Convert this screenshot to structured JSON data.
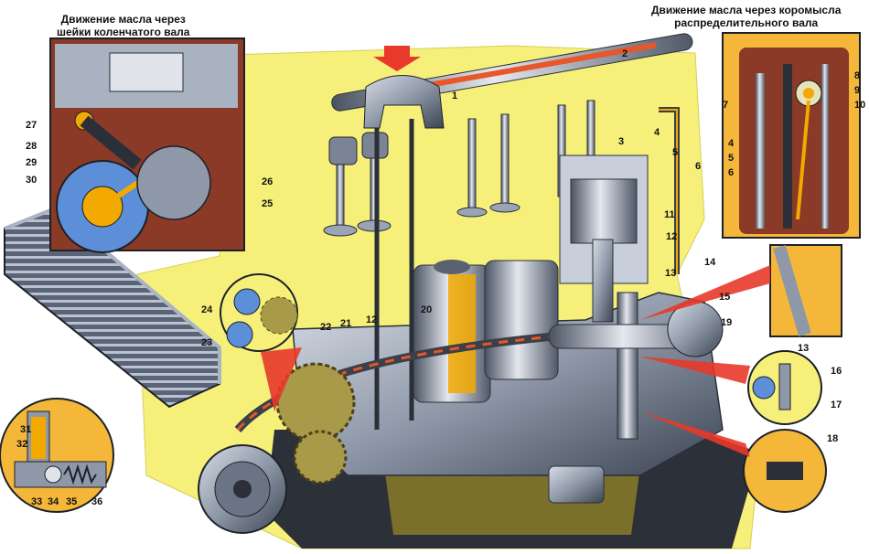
{
  "captions": {
    "crankshaft_line1": "Движение масла через",
    "crankshaft_line2": "шейки коленчатого вала",
    "rocker_line1": "Движение масла через коромысла",
    "rocker_line2": "распределительного вала"
  },
  "callouts": {
    "main": [
      "1",
      "2",
      "3",
      "4",
      "5",
      "6",
      "11",
      "12",
      "13",
      "14",
      "15",
      "19",
      "20",
      "12",
      "21",
      "22",
      "23",
      "24"
    ],
    "crank_inset": [
      "27",
      "28",
      "29",
      "30",
      "26",
      "25"
    ],
    "rocker_inset": [
      "7",
      "8",
      "9",
      "10",
      "4",
      "5",
      "6"
    ],
    "valve_inset": [
      "31",
      "32",
      "33",
      "34",
      "35",
      "36"
    ],
    "small_insets": [
      "13",
      "16",
      "17",
      "18"
    ]
  },
  "colors": {
    "background": "#f6f07a",
    "oil": "#f2a900",
    "oil_flow": "#e8562a",
    "metal": "#8e98a8",
    "metal_dark": "#3c4452",
    "inset_bg": "#f5b73a",
    "arrow": "#e8392a"
  }
}
